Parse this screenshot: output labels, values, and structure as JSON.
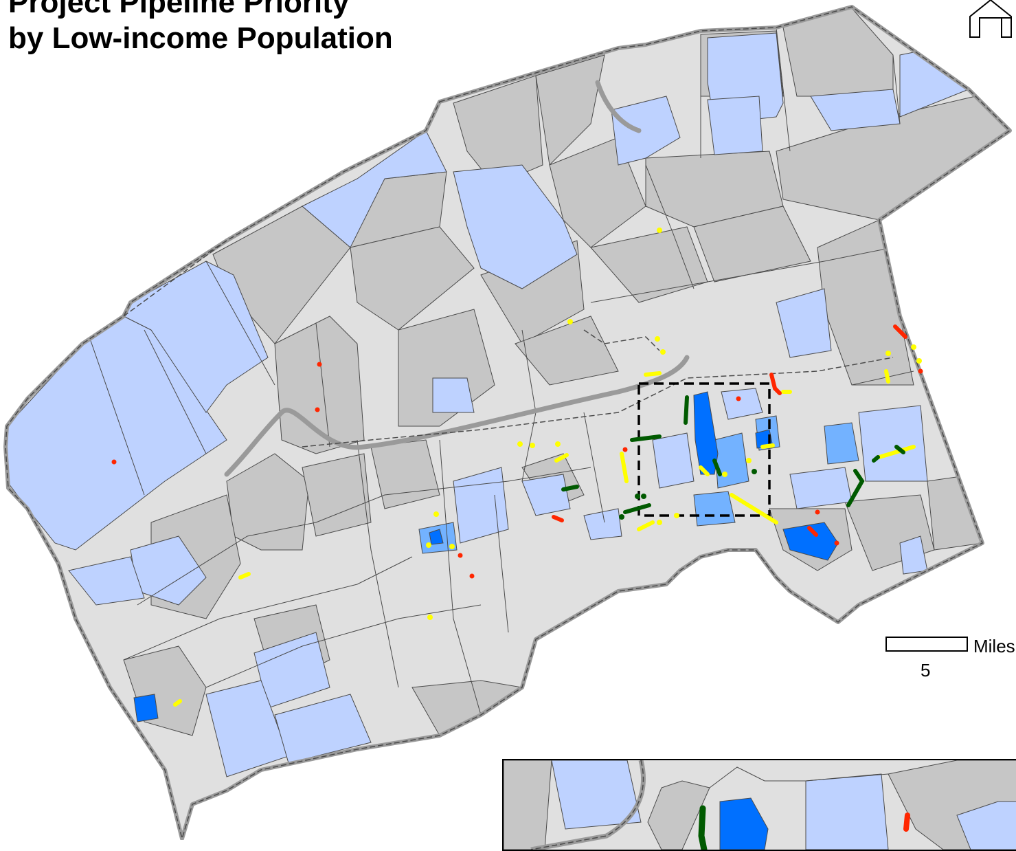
{
  "title": {
    "line1": "Project Pipeline Priority",
    "line2": "by Low-income Population"
  },
  "scale": {
    "value": "5",
    "unit": "Miles"
  },
  "colors": {
    "background": "#ffffff",
    "region_light_gray": "#e0e0e0",
    "region_dark_gray": "#c6c6c6",
    "region_light_blue": "#bed2ff",
    "region_medium_blue": "#73b2ff",
    "region_dark_blue": "#0070ff",
    "county_outline": "#9a9a9a",
    "boundary_dash": "#4a4a4a",
    "project_high": "#005a00",
    "project_medium": "#ffff00",
    "project_low": "#ff2600",
    "inset_frame": "#000000"
  },
  "icons": {
    "north_arrow": "north-arrow-icon"
  }
}
